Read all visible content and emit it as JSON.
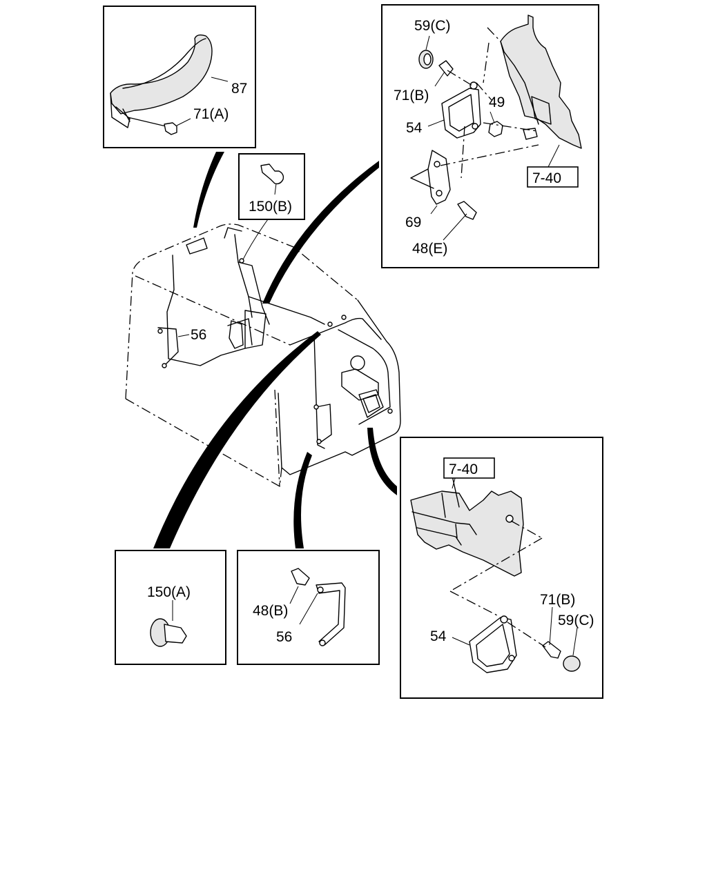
{
  "labels": {
    "handle_87": "87",
    "bolt_71a": "71(A)",
    "clip_150b": "150(B)",
    "cap_59c_top": "59(C)",
    "bolt_71b_top": "71(B)",
    "nut_49": "49",
    "handle_54_top": "54",
    "ref_7_40_top": "7-40",
    "bracket_69": "69",
    "bolt_48e": "48(E)",
    "strap_56_main": "56",
    "clip_150a": "150(A)",
    "bolt_48b": "48(B)",
    "strap_56_detail": "56",
    "ref_7_40_bottom": "7-40",
    "bolt_71b_bottom": "71(B)",
    "cap_59c_bottom": "59(C)",
    "handle_54_bottom": "54"
  }
}
